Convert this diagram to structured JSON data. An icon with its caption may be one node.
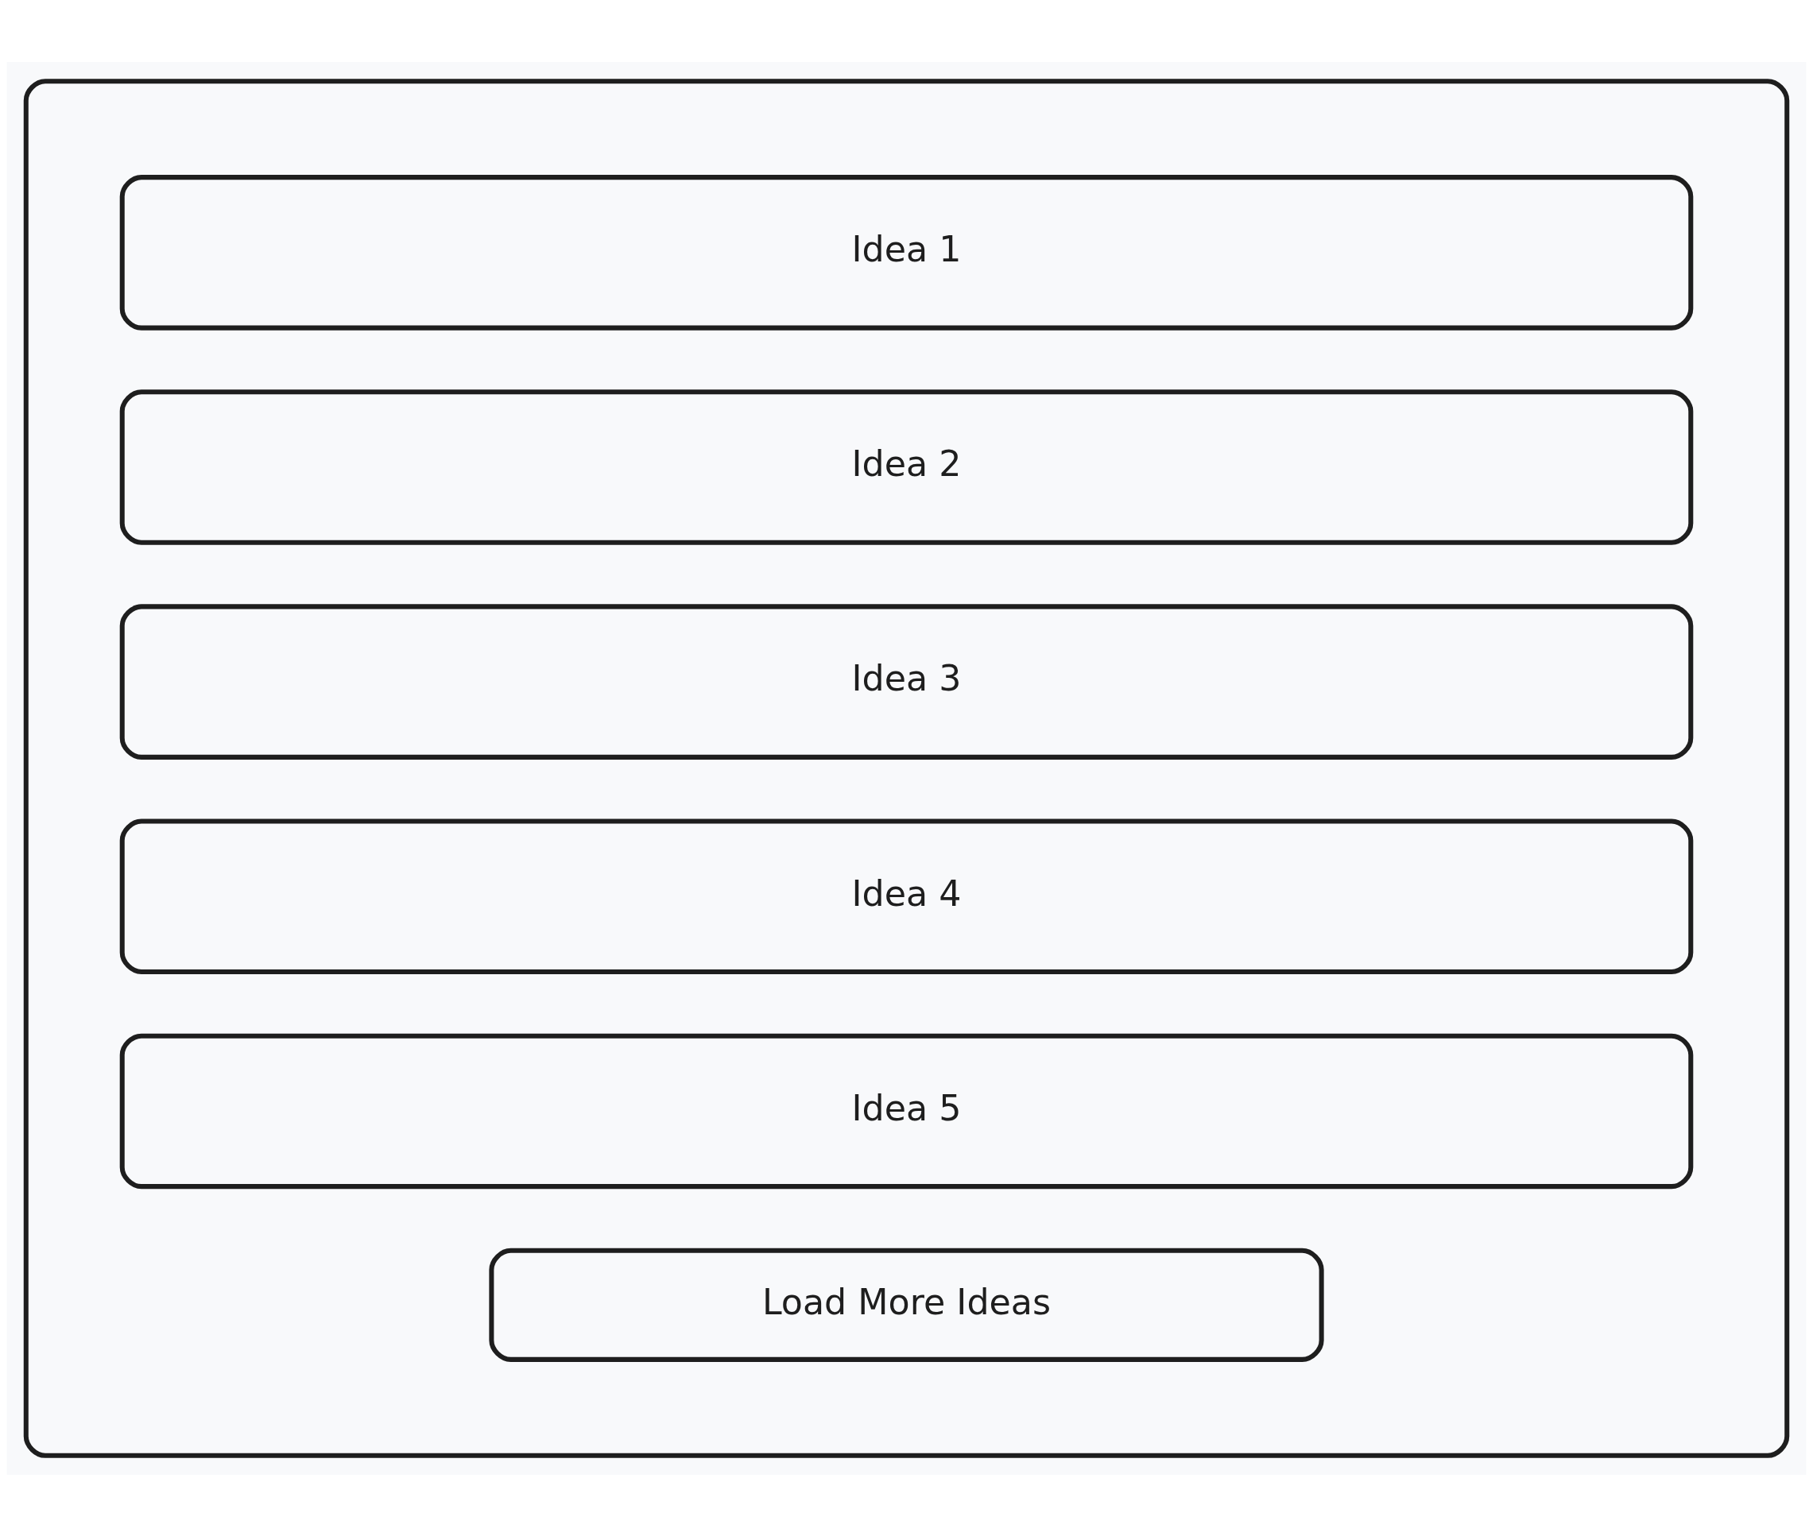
{
  "diagram": {
    "nodes": [
      {
        "text": [],
        "shape": "box"
      },
      {
        "text": [
          "Idea 1"
        ],
        "in": 0
      },
      {
        "text": [
          "Idea 2"
        ],
        "in": 0
      },
      {
        "text": [
          "Idea 3"
        ],
        "in": 0
      },
      {
        "text": [
          "Idea 4"
        ],
        "in": 0
      },
      {
        "text": [
          "Idea 5"
        ],
        "in": 0
      },
      {
        "text": [
          "Load More Ideas"
        ],
        "in": 0
      }
    ]
  }
}
